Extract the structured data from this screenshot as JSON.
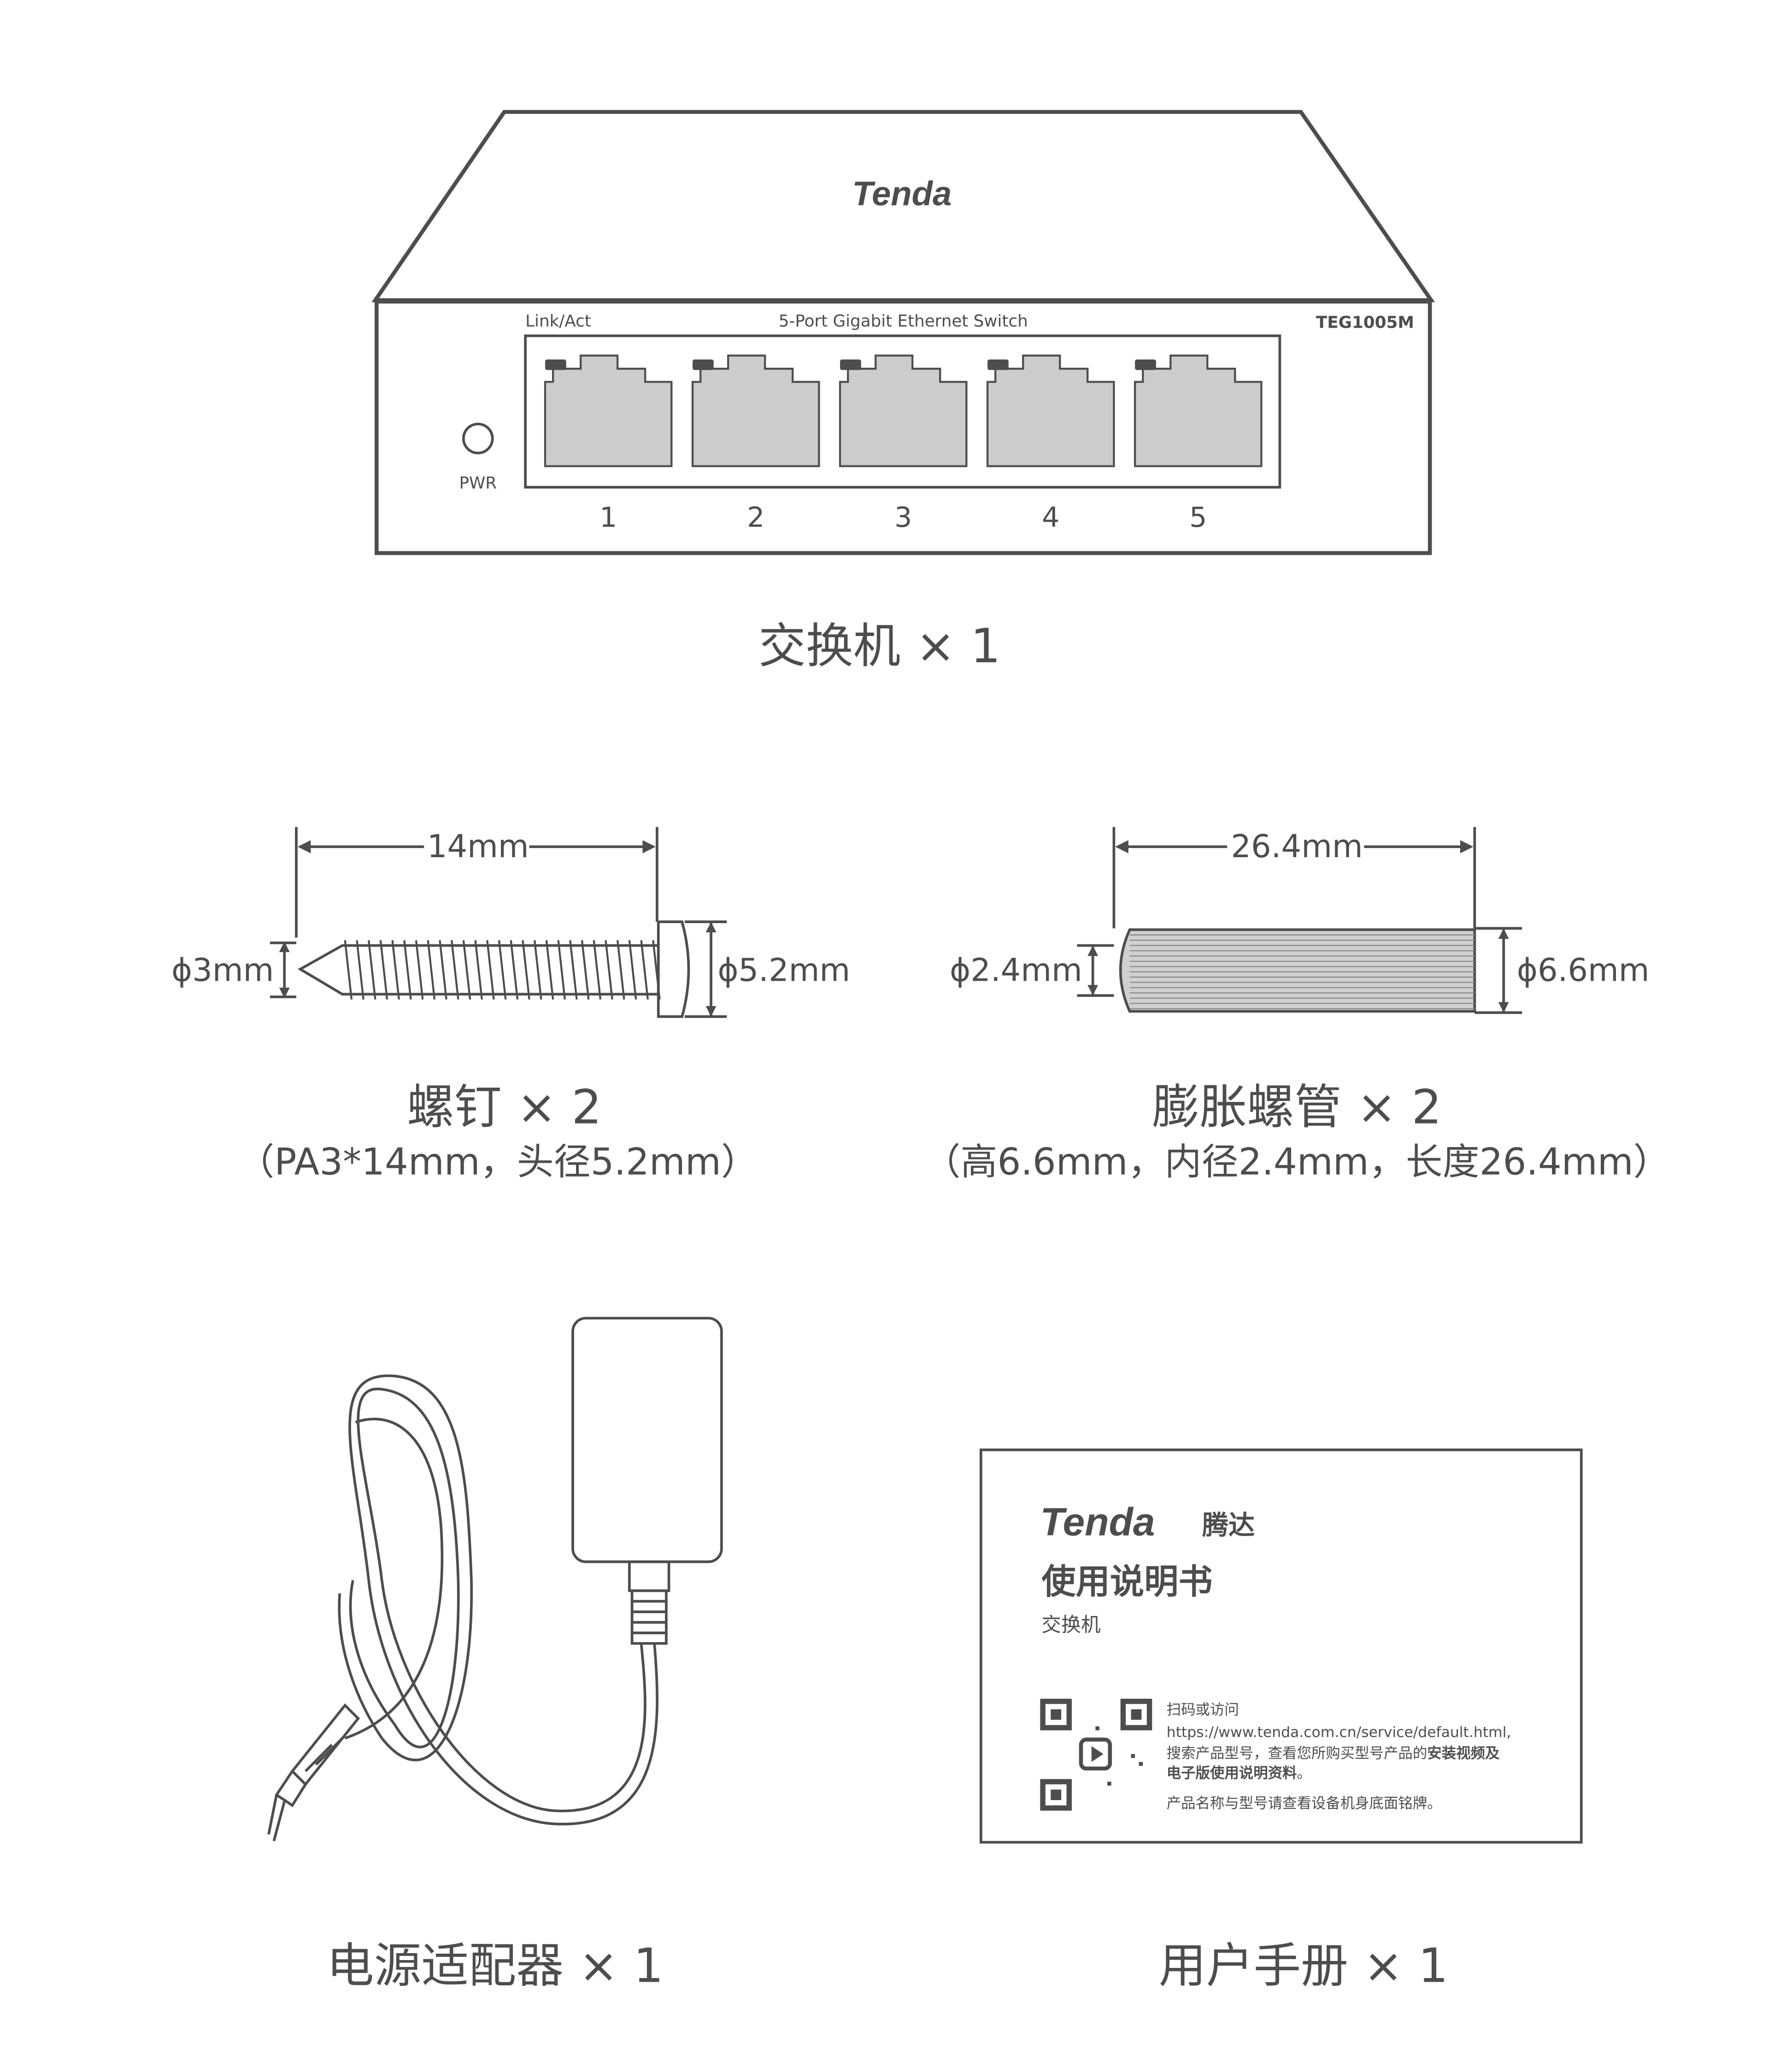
{
  "switch": {
    "brand": "Tenda",
    "led_label": "Link/Act",
    "description": "5-Port Gigabit Ethernet Switch",
    "model": "TEG1005M",
    "power_label": "PWR",
    "ports": [
      "1",
      "2",
      "3",
      "4",
      "5"
    ],
    "caption": "交换机 × 1"
  },
  "screw": {
    "length": "14mm",
    "tip_diameter": "ϕ3mm",
    "head_diameter": "ϕ5.2mm",
    "caption": "螺钉 × 2",
    "spec": "（PA3*14mm，头径5.2mm）"
  },
  "anchor": {
    "length": "26.4mm",
    "inner_diameter": "ϕ2.4mm",
    "outer_diameter": "ϕ6.6mm",
    "caption": "膨胀螺管 × 2",
    "spec": "（高6.6mm，内径2.4mm，长度26.4mm）"
  },
  "adapter": {
    "caption": "电源适配器 × 1"
  },
  "manual": {
    "brand": "Tenda",
    "brand_cn": "腾达",
    "title": "使用说明书",
    "product": "交换机",
    "scan_text": "扫码或访问",
    "url": "https://www.tenda.com.cn/service/default.html,",
    "line1_normal": "搜索产品型号，查看您所购买型号产品的",
    "line1_bold": "安装视频及",
    "line2_bold": "电子版使用说明资料",
    "line2_end": "。",
    "nameplate_note": "产品名称与型号请查看设备机身底面铭牌。",
    "caption": "用户手册 × 1"
  }
}
